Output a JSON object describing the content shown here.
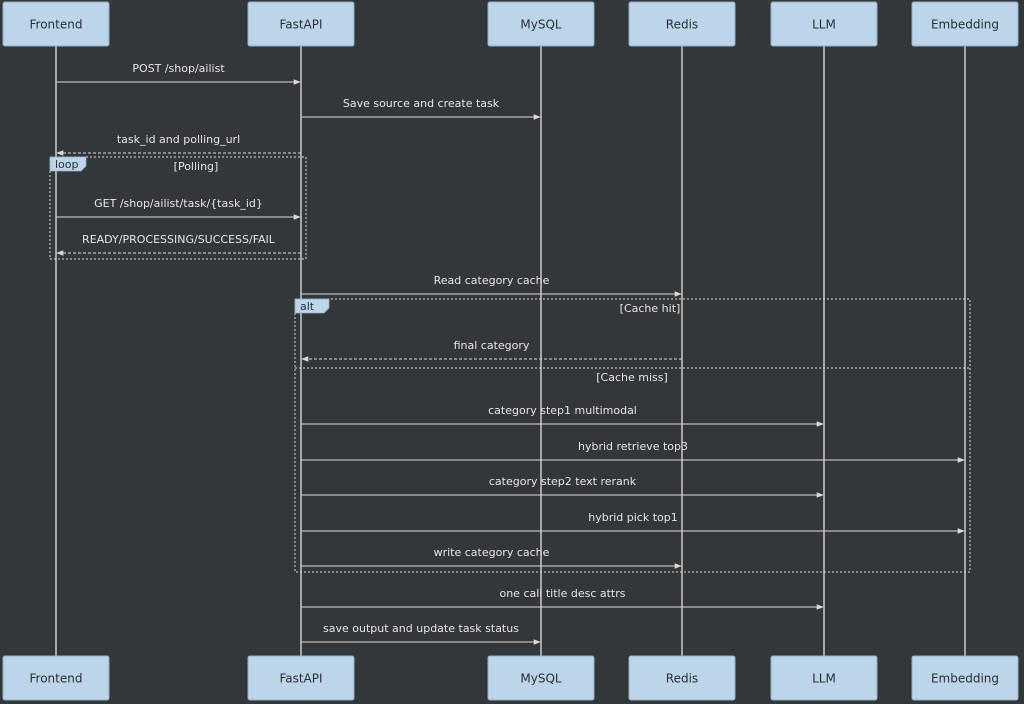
{
  "participants": [
    {
      "id": "frontend",
      "label": "Frontend"
    },
    {
      "id": "fastapi",
      "label": "FastAPI"
    },
    {
      "id": "mysql",
      "label": "MySQL"
    },
    {
      "id": "redis",
      "label": "Redis"
    },
    {
      "id": "llm",
      "label": "LLM"
    },
    {
      "id": "embedding",
      "label": "Embedding"
    }
  ],
  "messages": [
    {
      "from": "frontend",
      "to": "fastapi",
      "label": "POST /shop/ailist",
      "style": "solid"
    },
    {
      "from": "fastapi",
      "to": "mysql",
      "label": "Save source and create task",
      "style": "solid"
    },
    {
      "from": "fastapi",
      "to": "frontend",
      "label": "task_id and polling_url",
      "style": "dashed"
    },
    {
      "from": "frontend",
      "to": "fastapi",
      "label": "GET /shop/ailist/task/{task_id}",
      "style": "solid"
    },
    {
      "from": "fastapi",
      "to": "frontend",
      "label": "READY/PROCESSING/SUCCESS/FAIL",
      "style": "dashed"
    },
    {
      "from": "fastapi",
      "to": "redis",
      "label": "Read category cache",
      "style": "solid"
    },
    {
      "from": "redis",
      "to": "fastapi",
      "label": "final category",
      "style": "dashed"
    },
    {
      "from": "fastapi",
      "to": "llm",
      "label": "category step1 multimodal",
      "style": "solid"
    },
    {
      "from": "fastapi",
      "to": "embedding",
      "label": "hybrid retrieve top3",
      "style": "solid"
    },
    {
      "from": "fastapi",
      "to": "llm",
      "label": "category step2 text rerank",
      "style": "solid"
    },
    {
      "from": "fastapi",
      "to": "embedding",
      "label": "hybrid pick top1",
      "style": "solid"
    },
    {
      "from": "fastapi",
      "to": "redis",
      "label": "write category cache",
      "style": "solid"
    },
    {
      "from": "fastapi",
      "to": "llm",
      "label": "one call title desc attrs",
      "style": "solid"
    },
    {
      "from": "fastapi",
      "to": "mysql",
      "label": "save output and update task status",
      "style": "solid"
    }
  ],
  "fragments": [
    {
      "kind": "loop",
      "label": "loop",
      "conditions": [
        "[Polling]"
      ]
    },
    {
      "kind": "alt",
      "label": "alt",
      "conditions": [
        "[Cache hit]",
        "[Cache miss]"
      ]
    }
  ],
  "colors": {
    "background": "#33373a",
    "participant_fill": "#bdd5ea",
    "lines": "#d9d9d9",
    "text": "#e6e6e6"
  }
}
